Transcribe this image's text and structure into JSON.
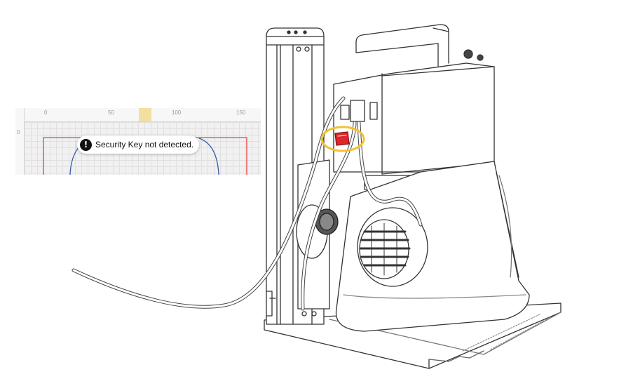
{
  "inset": {
    "ruler_top_labels": [
      "0",
      "50",
      "100",
      "150"
    ],
    "ruler_left_labels": [
      "0"
    ]
  },
  "toast": {
    "icon": "exclamation-icon",
    "message": "Security Key not detected."
  },
  "colors": {
    "work_area_border": "#e8453c",
    "curve": "#3a5ba8",
    "ruler_highlight": "#f3dfa0",
    "key_highlight_ring": "#f2c230",
    "security_key": "#e0262a"
  }
}
